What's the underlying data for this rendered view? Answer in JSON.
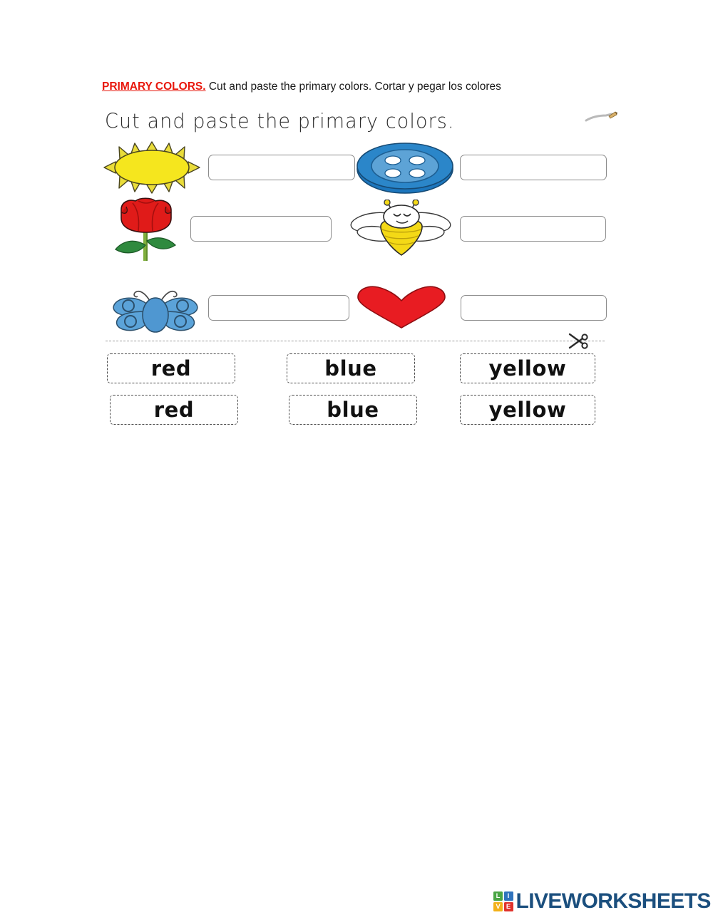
{
  "instruction": {
    "title": "PRIMARY COLORS.",
    "rest": " Cut and paste the primary colors. Cortar y pegar los colores",
    "title_color": "#e8170c",
    "text_color": "#1a1a1a"
  },
  "worksheet": {
    "heading": "Cut and paste the primary colors.",
    "pencil_icon": "pencil-icon",
    "scissors_icon": "scissors-icon",
    "cut_line_label": "cut-line",
    "items": [
      {
        "picture": "sun-icon",
        "picture_label": "sun",
        "answer_value": "",
        "answer_placeholder": "",
        "colors": {
          "body": "#f5e61e",
          "rays": "#e9d732",
          "outline": "#3b3a1e"
        }
      },
      {
        "picture": "button-icon",
        "picture_label": "button",
        "answer_value": "",
        "answer_placeholder": "",
        "colors": {
          "outer": "#1c76bd",
          "inner": "#5da3d6",
          "holes": "#ffffff",
          "outline": "#1a4f7a"
        }
      },
      {
        "picture": "rose-icon",
        "picture_label": "rose",
        "answer_value": "",
        "answer_placeholder": "",
        "colors": {
          "petals": "#e01b19",
          "petals_dark": "#b3110f",
          "stem": "#7fae3c",
          "leaves": "#2f8a3e",
          "outline": "#3a1010"
        }
      },
      {
        "picture": "bee-icon",
        "picture_label": "bee",
        "answer_value": "",
        "answer_placeholder": "",
        "colors": {
          "body": "#f4d916",
          "wings": "#ffffff",
          "outline": "#2a2a2a"
        }
      },
      {
        "picture": "butterfly-icon",
        "picture_label": "butterfly",
        "answer_value": "",
        "answer_placeholder": "",
        "colors": {
          "wings": "#5ba3d9",
          "body": "#4f97d1",
          "outline": "#2b4f6b"
        }
      },
      {
        "picture": "heart-icon",
        "picture_label": "heart",
        "answer_value": "",
        "answer_placeholder": "",
        "colors": {
          "fill": "#e81c22",
          "outline": "#8f0e12"
        }
      }
    ],
    "word_tags": [
      {
        "label": "red"
      },
      {
        "label": "blue"
      },
      {
        "label": "yellow"
      },
      {
        "label": "red"
      },
      {
        "label": "blue"
      },
      {
        "label": "yellow"
      }
    ]
  },
  "footer": {
    "logo_letters": [
      {
        "char": "L",
        "color": "#4aa544"
      },
      {
        "char": "I",
        "color": "#2f73bd"
      },
      {
        "char": "V",
        "color": "#f2b119"
      },
      {
        "char": "E",
        "color": "#e0322c"
      }
    ],
    "wordmark": "LIVEWORKSHEETS",
    "wordmark_color": "#1b4f7e"
  }
}
